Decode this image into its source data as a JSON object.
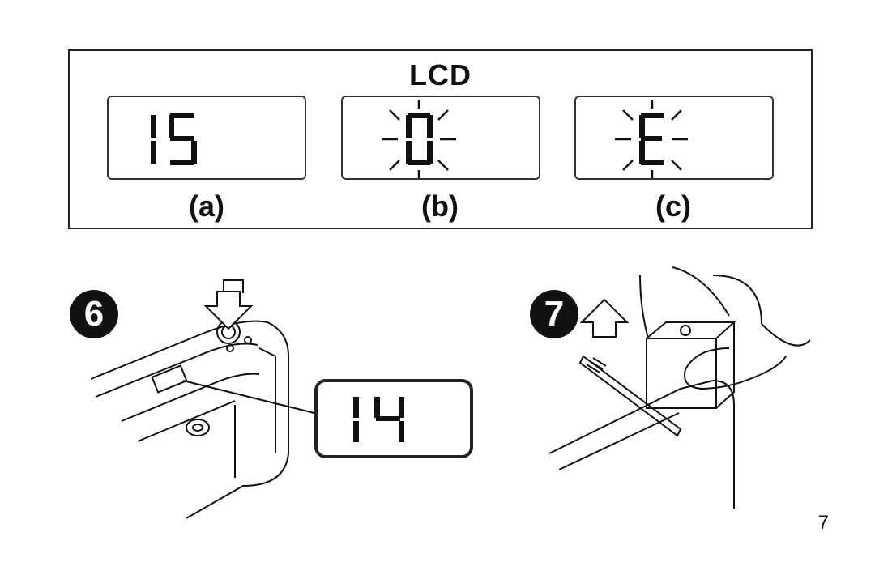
{
  "lcd_panel": {
    "title": "LCD",
    "displays": [
      {
        "label": "(a)",
        "digits": "15"
      },
      {
        "label": "(b)",
        "digits": "0"
      },
      {
        "label": "(c)",
        "digits": "E"
      }
    ]
  },
  "steps": [
    {
      "number": "6",
      "lcd_digits": "14"
    },
    {
      "number": "7"
    }
  ],
  "page_number": "7"
}
